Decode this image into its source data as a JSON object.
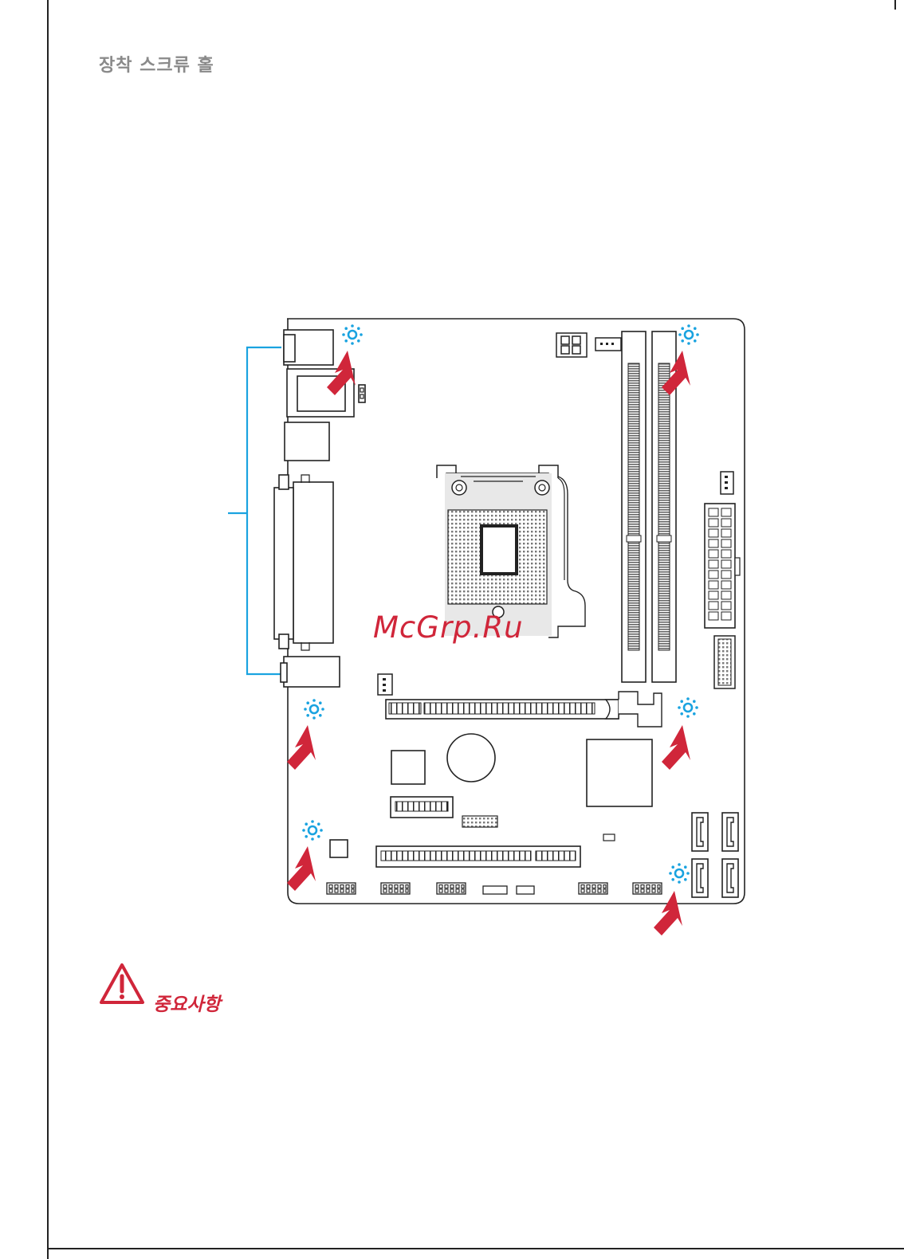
{
  "page": {
    "section_title": "장착 스크류 홀",
    "note_label": "중요사항",
    "watermark": "McGrp.Ru"
  },
  "icons": {
    "screw_hole": "screw-hole-marker-icon",
    "pointer": "red-arrow-icon",
    "warning": "warning-triangle-icon"
  },
  "colors": {
    "marker_blue": "#1aa3e0",
    "arrow_red": "#d0263a",
    "outline": "#222222",
    "title_gray": "#8a8a8a"
  }
}
